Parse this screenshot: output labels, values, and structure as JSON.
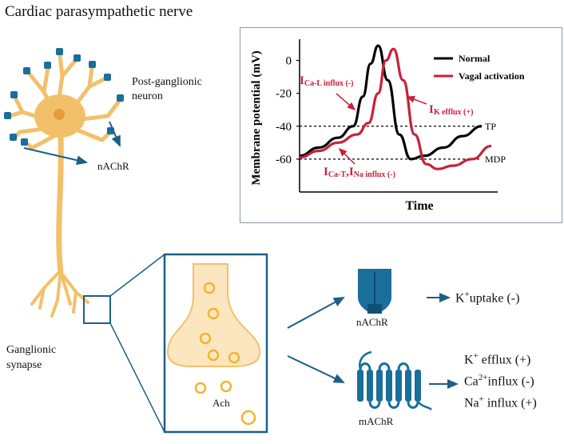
{
  "title": "Cardiac parasympathetic  nerve",
  "neuron": {
    "label_line1": "Post-ganglionic",
    "label_line2": "neuron",
    "receptor_label": "nAChR"
  },
  "synapse": {
    "label_line1": "Ganglionic",
    "label_line2": "synapse",
    "vesicle_label": "Ach"
  },
  "receptors": {
    "nachr": {
      "label": "nAChR",
      "effect": "uptake (-)",
      "ion": "K",
      "charge": "+"
    },
    "machr": {
      "label": "mAChR",
      "effects": [
        {
          "ion": "K",
          "charge": "+",
          "text": " efflux (+)"
        },
        {
          "ion": "Ca",
          "charge": "2+",
          "text": "influx (-)"
        },
        {
          "ion": "Na",
          "charge": "+",
          "text": "  influx (+)"
        }
      ]
    }
  },
  "colors": {
    "normal": "#000000",
    "vagal": "#c8213a",
    "neuron": "#f3c06a",
    "receptor": "#1a6e9a",
    "arrow": "#1d5f86"
  },
  "chart_data": {
    "type": "line",
    "xlabel": "Time",
    "ylabel": "Membrane potential (mV)",
    "yticks": [
      0,
      -20,
      -40,
      -60
    ],
    "ylim": [
      -80,
      10
    ],
    "xlim": [
      0,
      100
    ],
    "legend": "top-right",
    "reference_lines": [
      {
        "label": "TP",
        "y": -40
      },
      {
        "label": "MDP",
        "y": -60
      }
    ],
    "series": [
      {
        "name": "Normal",
        "color": "#000000",
        "x": [
          0,
          10,
          20,
          28,
          33,
          37,
          41,
          46,
          52,
          58,
          65,
          75,
          85,
          95
        ],
        "y": [
          -58,
          -53,
          -47,
          -40,
          -22,
          -2,
          9,
          -12,
          -45,
          -60,
          -58,
          -53,
          -46,
          -40
        ]
      },
      {
        "name": "Vagal activation",
        "color": "#c8213a",
        "x": [
          0,
          10,
          20,
          30,
          36,
          41,
          45,
          49,
          54,
          60,
          66,
          72,
          80,
          90,
          100
        ],
        "y": [
          -59,
          -55,
          -50,
          -45,
          -38,
          -20,
          0,
          7,
          -12,
          -45,
          -63,
          -66,
          -64,
          -60,
          -52
        ]
      }
    ],
    "annotations": [
      {
        "main": "I",
        "sub": "Ca-L influx (-)"
      },
      {
        "main": "I",
        "sub": "K efflux (+)"
      },
      {
        "main": "I",
        "sub": "Ca-T",
        "main2": ",I",
        "sub2": "Na influx (-)"
      }
    ]
  }
}
